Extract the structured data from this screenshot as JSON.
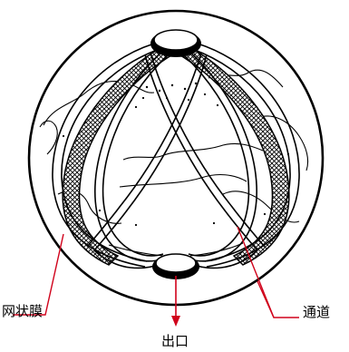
{
  "figure": {
    "labels": {
      "mesh": "网状膜",
      "channel": "通道",
      "outlet": "出口"
    },
    "colors": {
      "line": "#000000",
      "annotation": "#d0021b",
      "background": "#ffffff"
    }
  }
}
